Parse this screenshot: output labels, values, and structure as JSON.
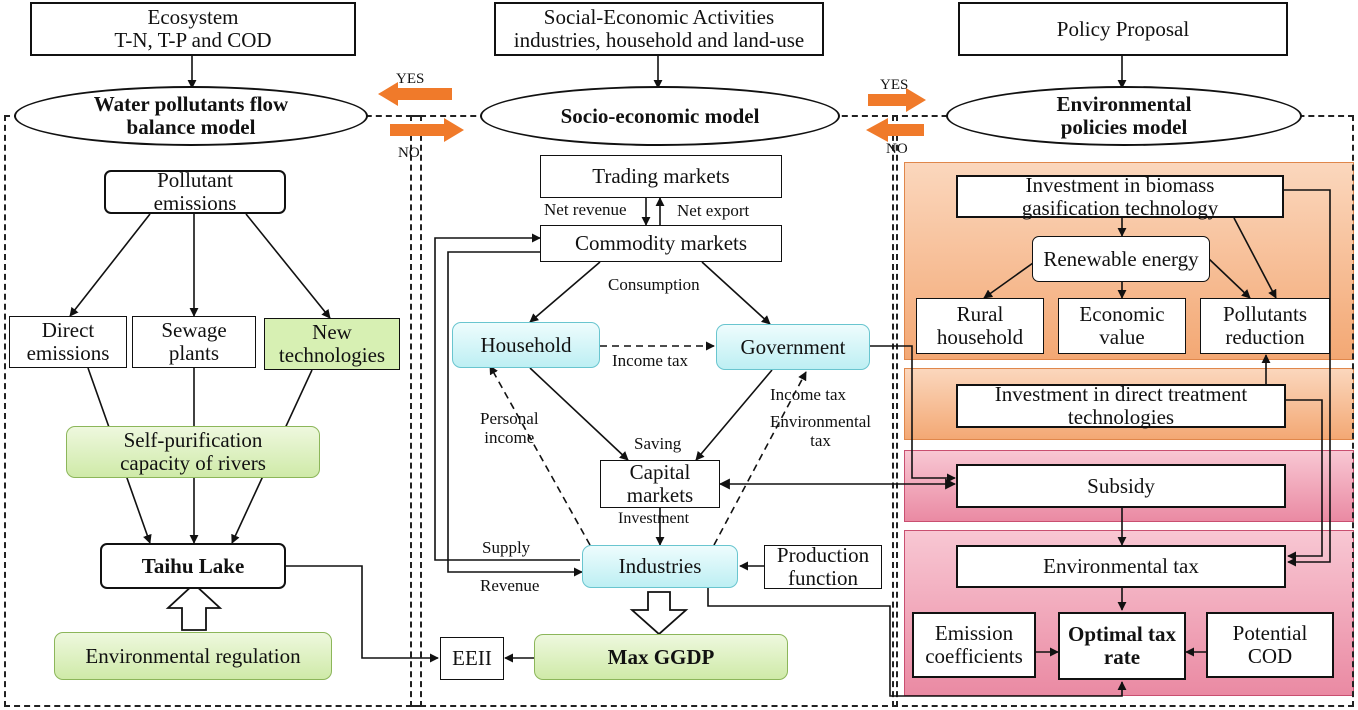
{
  "top_headers": {
    "ecosystem": "Ecosystem\nT-N, T-P and COD",
    "social": "Social-Economic Activities\nindustries, household and land-use",
    "policy": "Policy Proposal"
  },
  "models": {
    "water": "Water pollutants flow\nbalance model",
    "socio": "Socio-economic model",
    "env": "Environmental\npolicies model"
  },
  "connectors": {
    "yes_left": "YES",
    "no_left": "NO",
    "yes_right": "YES",
    "no_right": "NO"
  },
  "left_panel": {
    "pollutant_emissions": "Pollutant\nemissions",
    "direct_emissions": "Direct\nemissions",
    "sewage_plants": "Sewage\nplants",
    "new_technologies": "New\ntechnologies",
    "self_purification": "Self-purification\ncapacity of rivers",
    "taihu_lake": "Taihu Lake",
    "env_regulation": "Environmental regulation"
  },
  "middle_panel": {
    "trading_markets": "Trading markets",
    "net_revenue": "Net revenue",
    "net_export": "Net export",
    "commodity_markets": "Commodity markets",
    "consumption": "Consumption",
    "household": "Household",
    "government": "Government",
    "income_tax_mid": "Income tax",
    "personal_income": "Personal\nincome",
    "income_tax_right": "Income  tax",
    "environmental_tax_lbl": "Environmental\ntax",
    "saving": "Saving",
    "capital_markets": "Capital\nmarkets",
    "investment": "Investment",
    "supply": "Supply",
    "revenue": "Revenue",
    "industries": "Industries",
    "production_function": "Production\nfunction",
    "eeii": "EEII",
    "max_ggdp": "Max GGDP"
  },
  "right_panel": {
    "biomass": "Investment in biomass\ngasification technology",
    "renewable": "Renewable energy",
    "rural": "Rural\nhousehold",
    "economic": "Economic\nvalue",
    "pollutants_reduction": "Pollutants\nreduction",
    "direct_treatment": "Investment in direct treatment\ntechnologies",
    "subsidy": "Subsidy",
    "environmental_tax": "Environmental tax",
    "emission_coefficients": "Emission\ncoefficients",
    "optimal_tax": "Optimal tax\nrate",
    "potential_cod": "Potential\nCOD"
  },
  "colors": {
    "orange_band": "#f3a874",
    "pink_band": "#ea8aa3",
    "green_box": "#cfeaa8",
    "cyan_box": "#bdeff3",
    "arrow_orange": "#f07a2a"
  }
}
